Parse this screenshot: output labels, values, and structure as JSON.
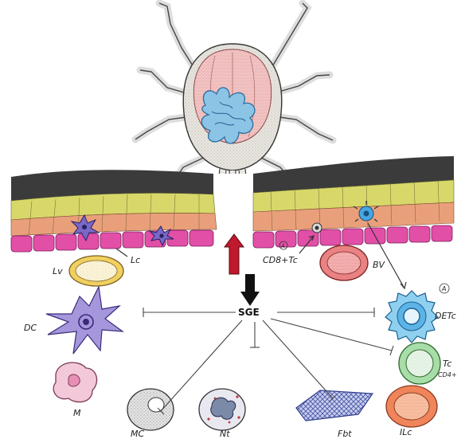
{
  "labels": {
    "lv": "Lv",
    "lc": "Lc",
    "cd8tc": "CD8+Tc",
    "cd8_marker": "A",
    "bv": "BV",
    "sge": "SGE",
    "detc": "DETc",
    "detc_marker": "A",
    "dc": "DC",
    "m": "M",
    "mc": "MC",
    "nt": "Nt",
    "fbt": "Fbt",
    "tc": "Tc",
    "cd4": "CD4+",
    "ilc": "ILc"
  },
  "colors": {
    "tick_body": "#e9e6df",
    "tick_shield": "#f2c4c4",
    "tick_gut": "#8cc4e6",
    "stratum_corneum": "#3b3b3b",
    "epidermis_yellow": "#d8d86a",
    "epidermis_orange": "#e9a07a",
    "basal_layer": "#e24fa6",
    "arrow_up": "#c0182c",
    "arrow_down": "#111111"
  }
}
